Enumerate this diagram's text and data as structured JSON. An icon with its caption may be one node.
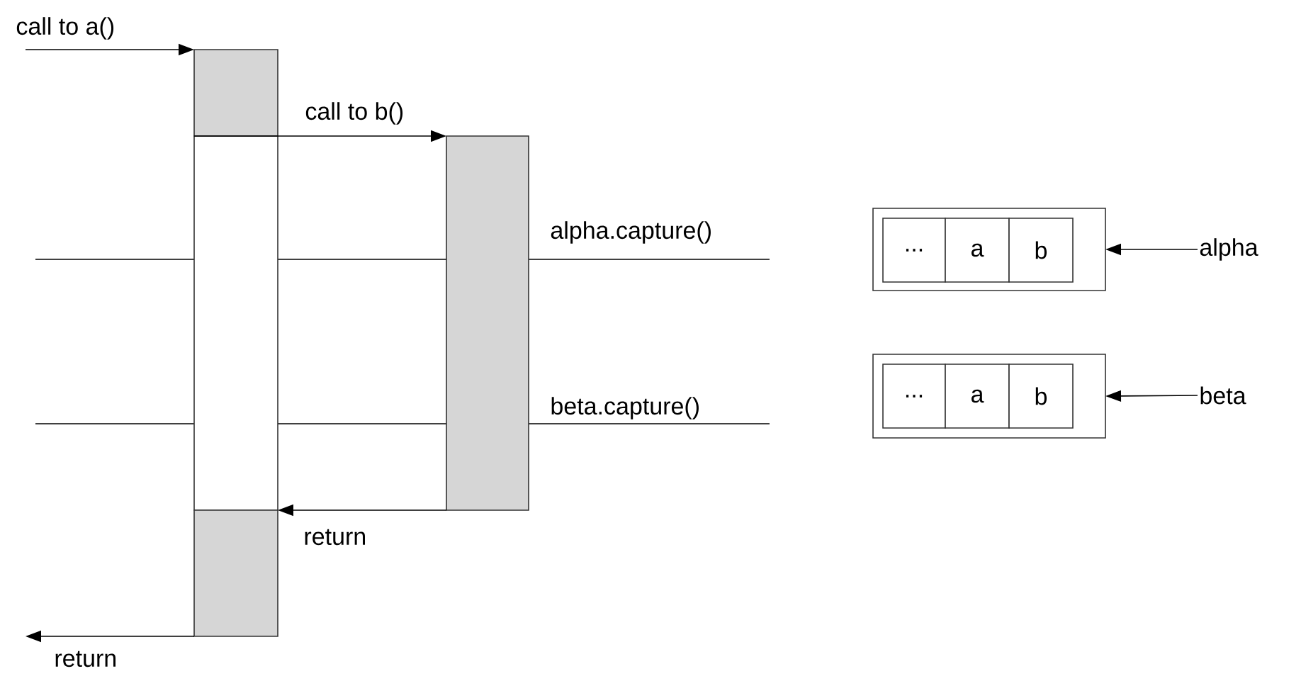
{
  "diagram": {
    "nodes": [
      {
        "text": [],
        "shape": "bar"
      },
      {
        "text": [],
        "shape": "box"
      },
      {
        "text": [],
        "shape": "bar"
      },
      {
        "text": [],
        "shape": "bar"
      },
      {
        "text": [],
        "shape": "box"
      },
      {
        "text": [
          "..."
        ],
        "in": 4
      },
      {
        "text": [
          "a"
        ],
        "in": 4
      },
      {
        "text": [
          "b"
        ],
        "in": 4
      },
      {
        "text": [
          "alpha"
        ]
      },
      {
        "text": [],
        "shape": "box"
      },
      {
        "text": [
          "..."
        ],
        "in": 9
      },
      {
        "text": [
          "a"
        ],
        "in": 9
      },
      {
        "text": [
          "b"
        ],
        "in": 9
      },
      {
        "text": [
          "beta"
        ]
      }
    ],
    "edges": [
      {
        "from": null,
        "to": 0,
        "arrow": "to",
        "label": "call to a()"
      },
      {
        "from": 0,
        "to": 3,
        "arrow": "to",
        "label": "call to b()"
      },
      {
        "from": 3,
        "to": 2,
        "arrow": "to",
        "label": "return"
      },
      {
        "from": 2,
        "to": null,
        "arrow": "to",
        "label": "return"
      },
      {
        "from": 8,
        "to": 4,
        "arrow": "to"
      },
      {
        "from": 13,
        "to": 9,
        "arrow": "to"
      }
    ],
    "labels": [
      "alpha.capture()",
      "beta.capture()"
    ]
  }
}
